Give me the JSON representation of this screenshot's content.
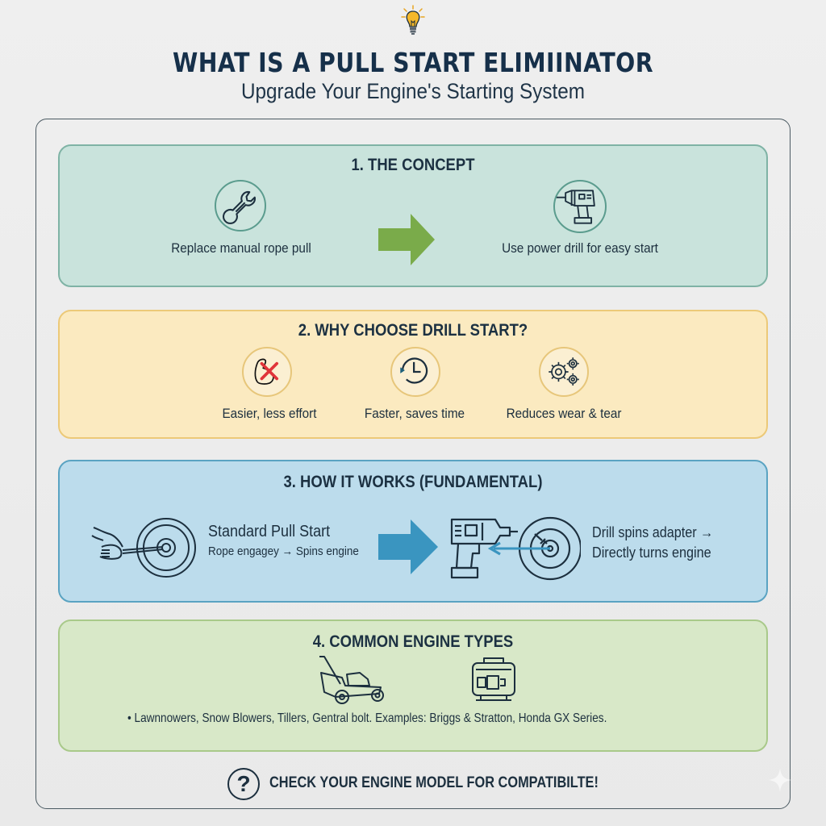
{
  "header": {
    "icon": "lightbulb-icon",
    "title": "WHAT IS A PULL START ELIMIINATOR",
    "subtitle": "Upgrade Your Engine's Starting System"
  },
  "sections": [
    {
      "title": "1. THE CONCEPT",
      "color": "#c9e3dc",
      "items": [
        {
          "icon": "wrench-icon",
          "label": "Replace manual rope pull"
        },
        {
          "icon": "arrow-right-icon",
          "label": ""
        },
        {
          "icon": "power-drill-icon",
          "label": "Use power drill for easy start"
        }
      ],
      "arrow_color": "#7aab4a"
    },
    {
      "title": "2. WHY CHOOSE DRILL START?",
      "color": "#fbeac0",
      "items": [
        {
          "icon": "flexed-arm-crossed-icon",
          "label": "Easier, less effort"
        },
        {
          "icon": "clock-icon",
          "label": "Faster, saves time"
        },
        {
          "icon": "gears-icon",
          "label": "Reduces wear & tear"
        }
      ]
    },
    {
      "title": "3. HOW IT WORKS (FUNDAMENTAL)",
      "color": "#bcdcec",
      "left": {
        "icon": "hand-pulling-rope-icon",
        "heading": "Standard Pull Start",
        "detail": "Rope engagey → Spins engine"
      },
      "arrow_color": "#3a95c0",
      "right": {
        "icon": "drill-turning-engine-icon",
        "line1": "Drill spins adapter →",
        "line2": "Directly turns engine"
      }
    },
    {
      "title": "4. COMMON ENGINE TYPES",
      "color": "#d8e8c8",
      "icons": [
        "lawnmower-icon",
        "generator-icon"
      ],
      "text": "• Lawnnowers, Snow Blowers, Tillers, Gentral bolt.  Examples: Briggs & Stratton, Honda GX Series."
    }
  ],
  "footer": {
    "icon": "question-mark-icon",
    "question_glyph": "?",
    "text": "CHECK YOUR ENGINE MODEL FOR COMPATIBILTE!"
  }
}
